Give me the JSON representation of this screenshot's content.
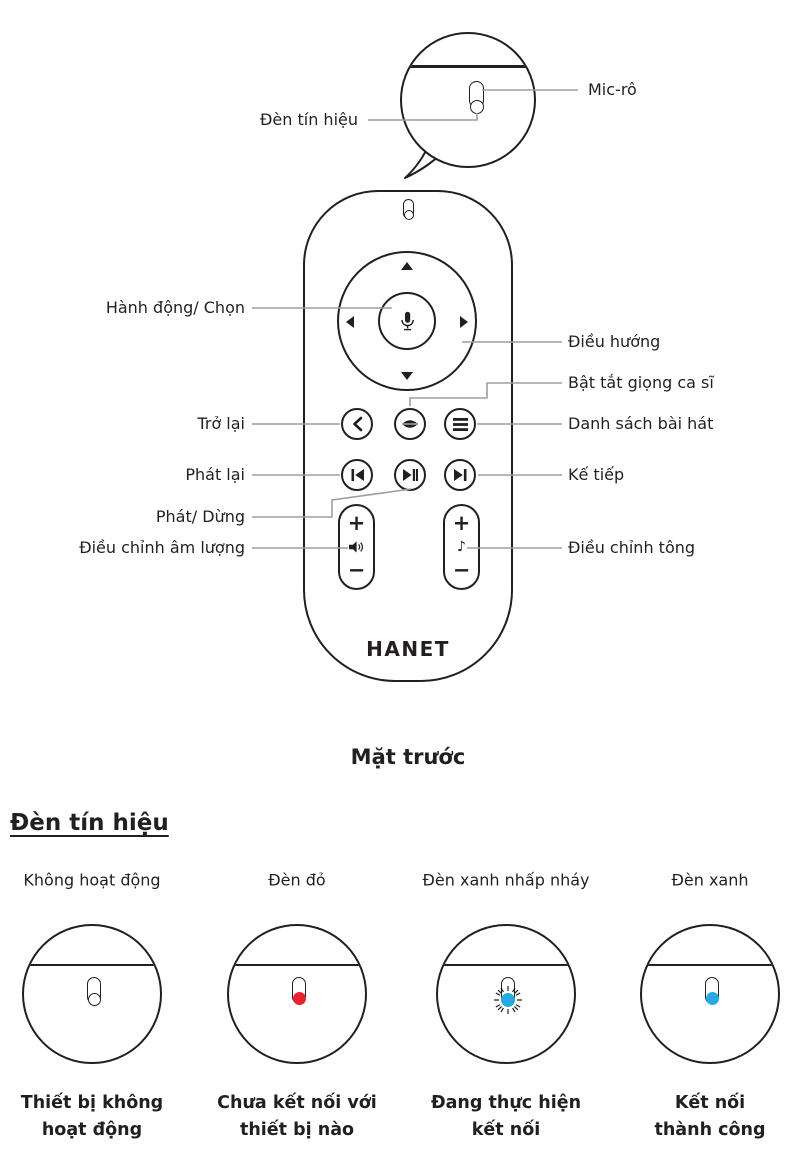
{
  "top_callout": {
    "mic_label": "Mic-rô",
    "led_label": "Đèn tín hiệu"
  },
  "remote": {
    "brand": "HANET",
    "caption": "Mặt trước",
    "labels": {
      "action": "Hành động/ Chọn",
      "nav": "Điều hướng",
      "vocal": "Bật tắt giọng ca sĩ",
      "back": "Trở lại",
      "playlist": "Danh sách bài hát",
      "replay": "Phát lại",
      "next": "Kế tiếp",
      "play_pause": "Phát/ Dừng",
      "volume": "Điều chỉnh âm lượng",
      "tone": "Điều chỉnh tông"
    },
    "button_glyphs": {
      "plus": "+",
      "minus": "−",
      "note": "♪"
    },
    "icons": [
      "mic-icon",
      "chevron-left-icon",
      "lips-icon",
      "menu-icon",
      "skip-back-icon",
      "play-pause-icon",
      "skip-next-icon",
      "volume-icon",
      "note-icon",
      "dpad-arrows"
    ]
  },
  "led_section": {
    "heading": "Đèn tín hiệu",
    "states": [
      {
        "label": "Không hoạt động",
        "caption_line1": "Thiết bị không",
        "caption_line2": "hoạt động",
        "led": "off"
      },
      {
        "label": "Đèn đỏ",
        "caption_line1": "Chưa kết nối với",
        "caption_line2": "thiết bị nào",
        "led": "red"
      },
      {
        "label": "Đèn xanh nhấp nháy",
        "caption_line1": "Đang thực hiện",
        "caption_line2": "kết nối",
        "led": "blue-blink"
      },
      {
        "label": "Đèn xanh",
        "caption_line1": "Kết nối",
        "caption_line2": "thành công",
        "led": "blue"
      }
    ]
  },
  "colors": {
    "ink": "#231f20",
    "leader_line": "#9e9e9e",
    "led_red": "#e8232f",
    "led_blue": "#29a9e1"
  }
}
